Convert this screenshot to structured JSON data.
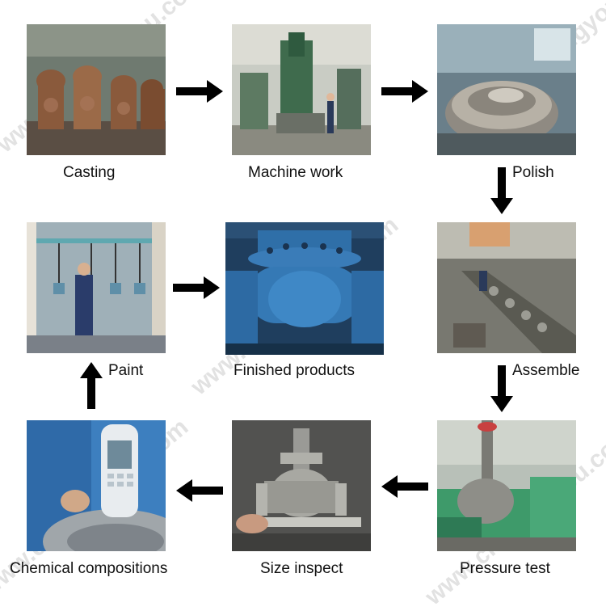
{
  "steps": {
    "casting": "Casting",
    "machine_work": "Machine work",
    "polish": "Polish",
    "paint": "Paint",
    "finished": "Finished products",
    "assemble": "Assemble",
    "chemical": "Chemical compositions",
    "size_inspect": "Size inspect",
    "pressure_test": "Pressure test"
  },
  "watermark": "www.cnzhongyou.com",
  "colors": {
    "arrow": "#000000",
    "valve_blue": "#2f6fa8",
    "factory_green": "#4d7a5a"
  }
}
